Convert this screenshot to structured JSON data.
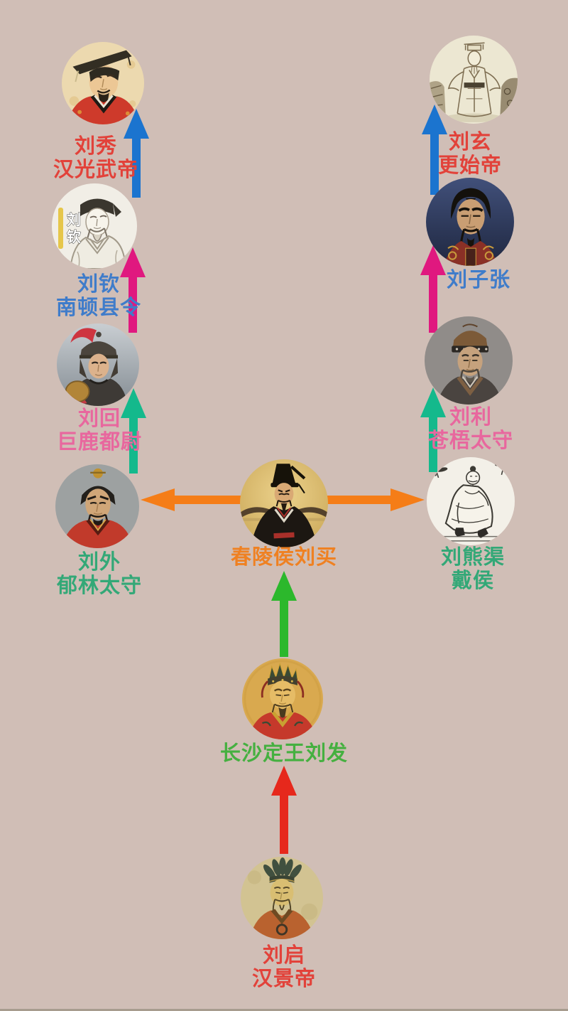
{
  "canvas": {
    "background": "#d0beb6"
  },
  "nodes": {
    "liuxiu": {
      "name": "刘秀",
      "title": "汉光武帝",
      "color": "#e2423a"
    },
    "liuqin": {
      "name": "刘钦",
      "title": "南顿县令",
      "color": "#3f7cca"
    },
    "liuhui": {
      "name": "刘回",
      "title": "巨鹿都尉",
      "color": "#e8679e"
    },
    "liuwai": {
      "name": "刘外",
      "title": "郁林太守",
      "color": "#33a877"
    },
    "liumai": {
      "name": "春陵侯刘买",
      "color": "#ef8122"
    },
    "liufa": {
      "name": "长沙定王刘发",
      "color": "#45b040"
    },
    "liuqi": {
      "name": "刘启",
      "title": "汉景帝",
      "color": "#e2423a"
    },
    "liuxuan": {
      "name": "刘玄",
      "title": "更始帝",
      "color": "#e2423a"
    },
    "liuzizhang": {
      "name": "刘子张",
      "color": "#3f7cca"
    },
    "liuli": {
      "name": "刘利",
      "title": "苍梧太守",
      "color": "#e8679e"
    },
    "liuxiongqu": {
      "name": "刘熊渠",
      "title": "戴侯",
      "color": "#33a877"
    }
  },
  "portrait_badge": {
    "char1": "刘",
    "char2": "钦"
  },
  "arrow_colors": {
    "blue": "#1b74cf",
    "magenta": "#e0187f",
    "teal": "#14b98c",
    "orange": "#f57d17",
    "green": "#2cb82c",
    "red": "#e6281c"
  },
  "relations": [
    {
      "from": "刘启",
      "to": "长沙定王刘发",
      "color_key": "red"
    },
    {
      "from": "长沙定王刘发",
      "to": "春陵侯刘买",
      "color_key": "green"
    },
    {
      "from": "春陵侯刘买",
      "to": "刘外",
      "color_key": "orange"
    },
    {
      "from": "春陵侯刘买",
      "to": "刘熊渠",
      "color_key": "orange"
    },
    {
      "from": "刘外",
      "to": "刘回",
      "color_key": "teal"
    },
    {
      "from": "刘回",
      "to": "刘钦",
      "color_key": "magenta"
    },
    {
      "from": "刘钦",
      "to": "刘秀",
      "color_key": "blue"
    },
    {
      "from": "刘熊渠",
      "to": "刘利",
      "color_key": "teal"
    },
    {
      "from": "刘利",
      "to": "刘子张",
      "color_key": "magenta"
    },
    {
      "from": "刘子张",
      "to": "刘玄",
      "color_key": "blue"
    }
  ]
}
